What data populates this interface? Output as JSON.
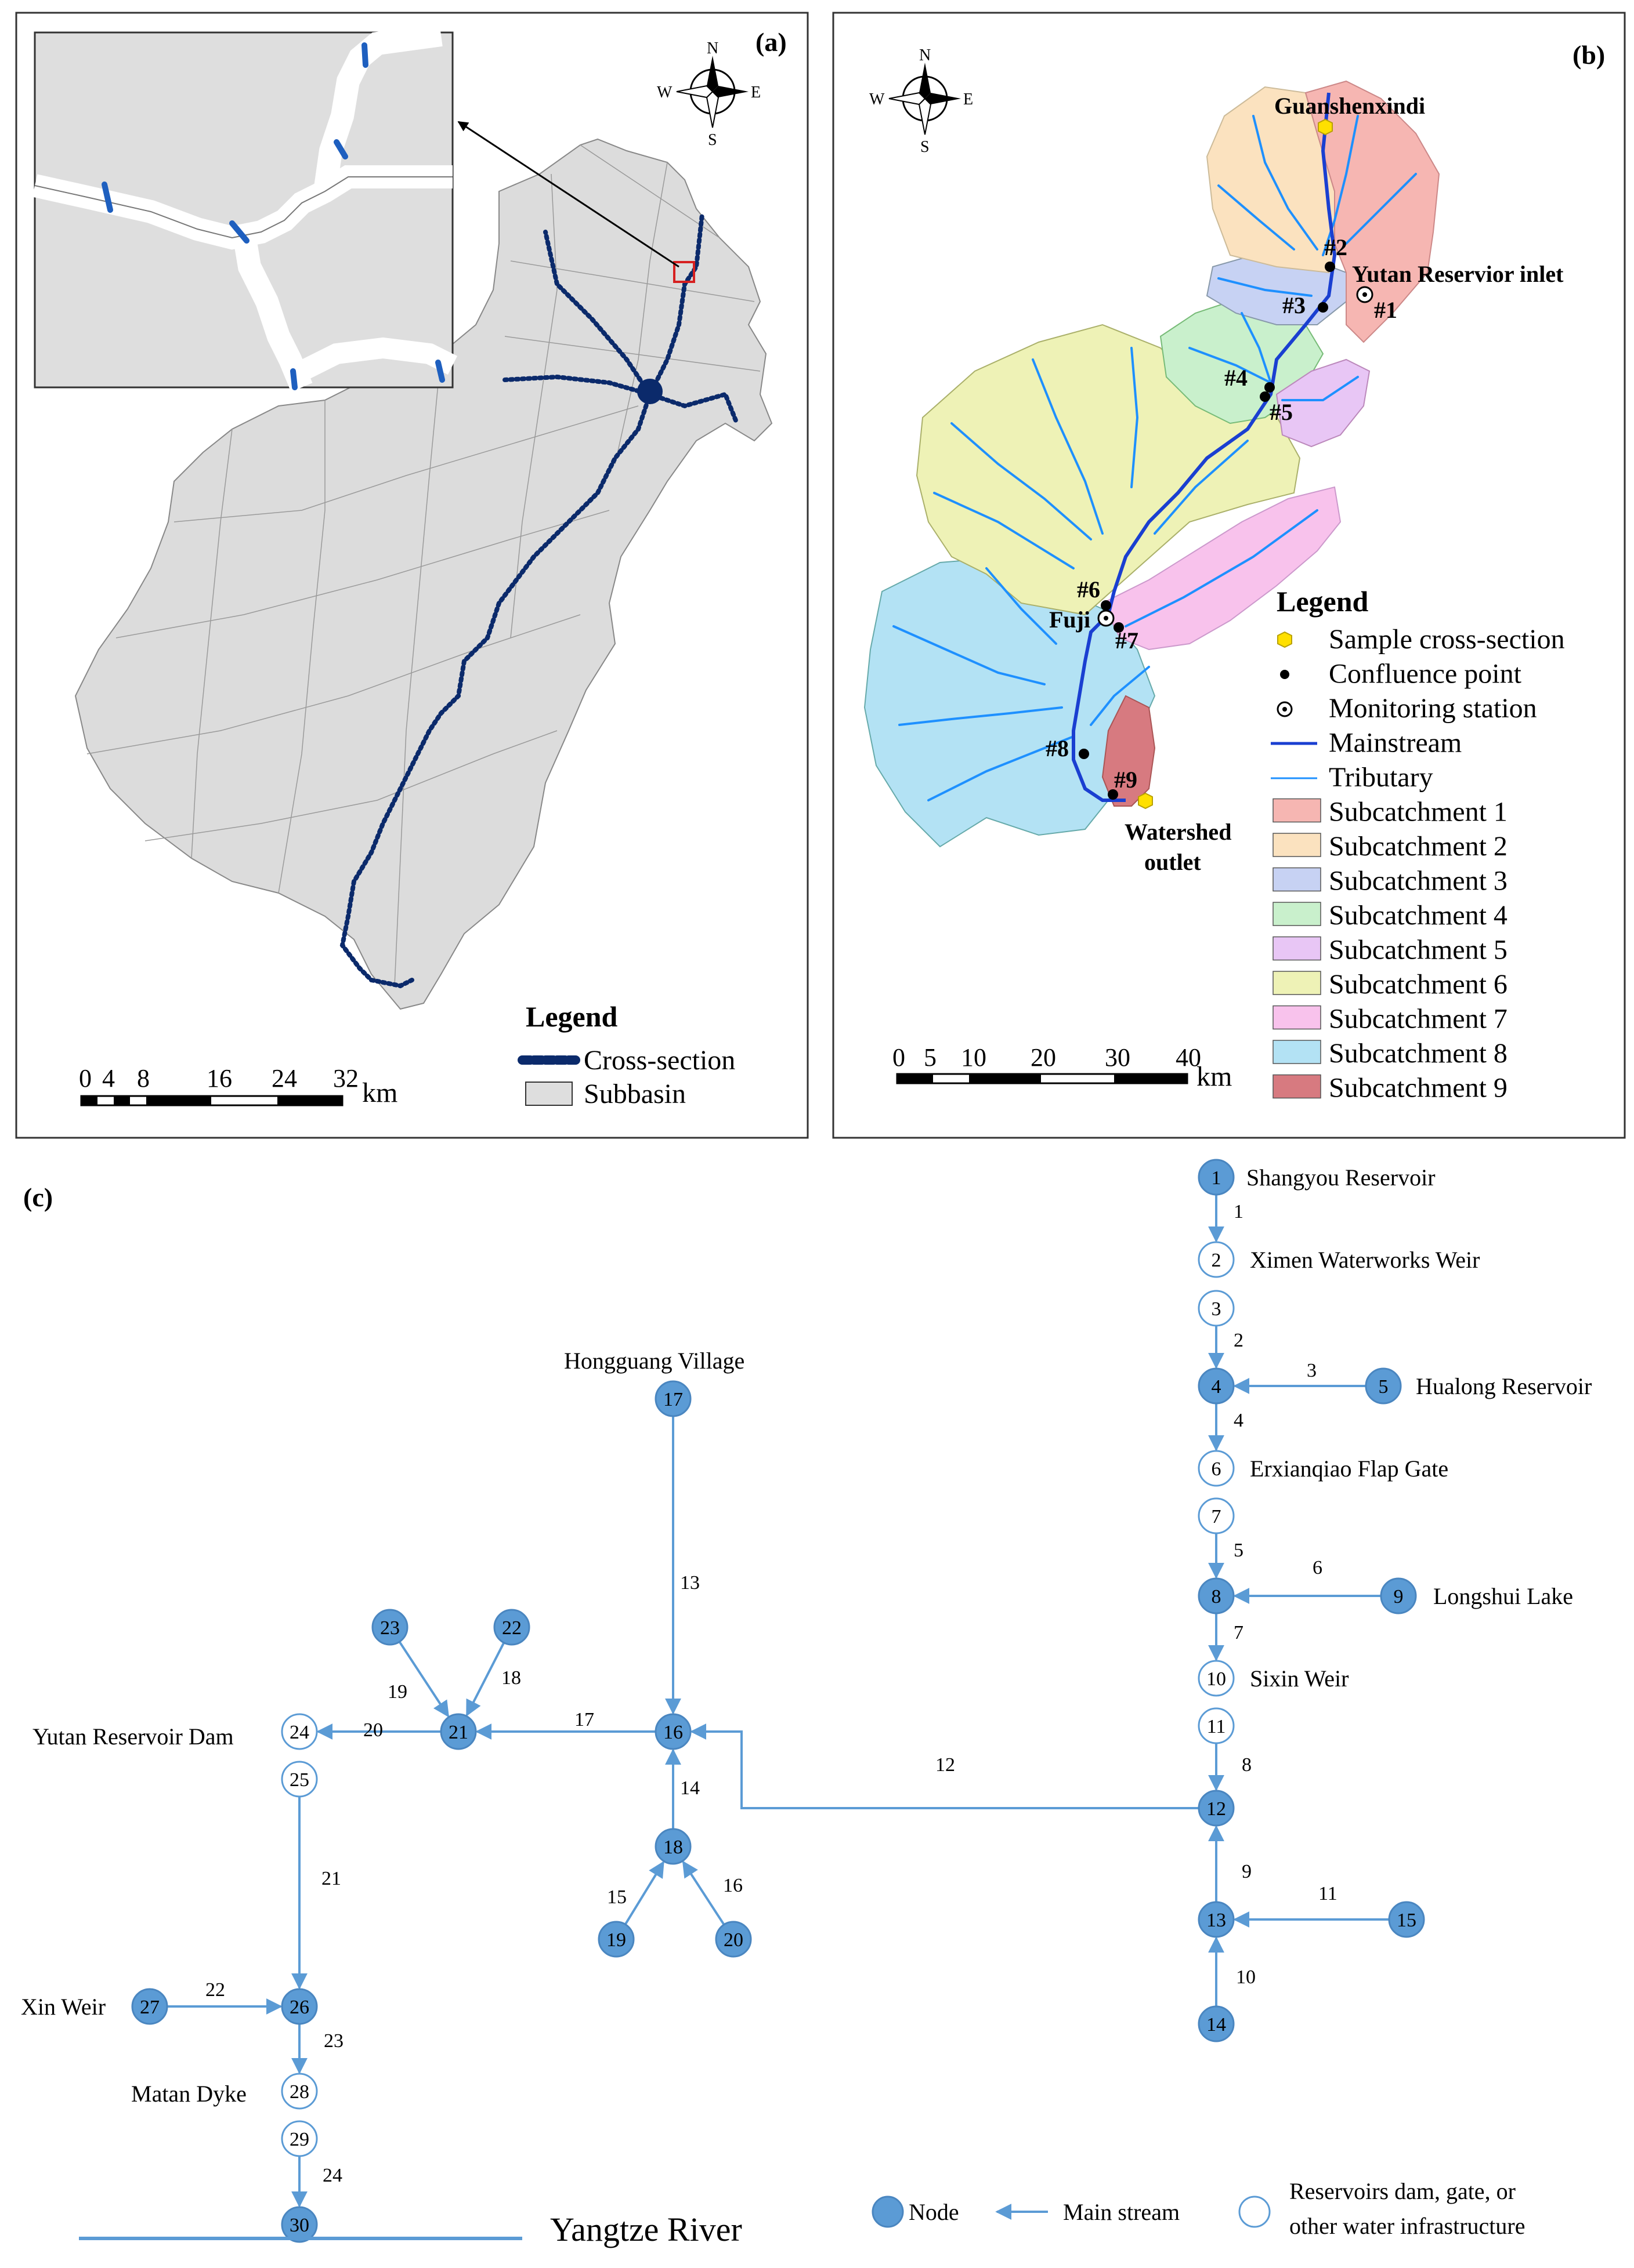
{
  "panel_a": {
    "label": "(a)",
    "legend": {
      "title": "Legend",
      "cross_section": "Cross-section",
      "subbasin": "Subbasin"
    },
    "scale": {
      "ticks": [
        "0",
        "4",
        "8",
        "16",
        "24",
        "32"
      ],
      "unit": "km"
    },
    "compass": {
      "n": "N",
      "s": "S",
      "e": "E",
      "w": "W"
    }
  },
  "panel_b": {
    "label": "(b)",
    "places": {
      "guanshenxindi": "Guanshenxindi",
      "yutan_inlet": "Yutan Reservior inlet",
      "fuji": "Fuji",
      "watershed_outlet_1": "Watershed",
      "watershed_outlet_2": "outlet"
    },
    "points": [
      "#1",
      "#2",
      "#3",
      "#4",
      "#5",
      "#6",
      "#7",
      "#8",
      "#9"
    ],
    "legend": {
      "title": "Legend",
      "items": [
        "Sample cross-section",
        "Confluence point",
        "Monitoring station",
        "Mainstream",
        "Tributary",
        "Subcatchment 1",
        "Subcatchment 2",
        "Subcatchment 3",
        "Subcatchment 4",
        "Subcatchment 5",
        "Subcatchment 6",
        "Subcatchment 7",
        "Subcatchment 8",
        "Subcatchment 9"
      ],
      "subcatchment_colors": [
        "#f6b6b2",
        "#fbe2bf",
        "#c7d2f3",
        "#c9f0cc",
        "#e8c6f5",
        "#eef2b6",
        "#f8c2ec",
        "#b3e2f4",
        "#d77a80"
      ]
    },
    "scale": {
      "ticks": [
        "0",
        "5",
        "10",
        "20",
        "30",
        "40"
      ],
      "unit": "km"
    },
    "compass": {
      "n": "N",
      "s": "S",
      "e": "E",
      "w": "W"
    }
  },
  "panel_c": {
    "label": "(c)",
    "node_color": "#5b9bd5",
    "nodes": [
      "1",
      "2",
      "3",
      "4",
      "5",
      "6",
      "7",
      "8",
      "9",
      "10",
      "11",
      "12",
      "13",
      "14",
      "15",
      "16",
      "17",
      "18",
      "19",
      "20",
      "21",
      "22",
      "23",
      "24",
      "25",
      "26",
      "27",
      "28",
      "29",
      "30"
    ],
    "edges": [
      "1",
      "2",
      "3",
      "4",
      "5",
      "6",
      "7",
      "8",
      "9",
      "10",
      "11",
      "12",
      "13",
      "14",
      "15",
      "16",
      "17",
      "18",
      "19",
      "20",
      "21",
      "22",
      "23",
      "24"
    ],
    "names": {
      "n1": "Shangyou Reservoir",
      "n2": "Ximen Waterworks Weir",
      "n5": "Hualong Reservoir",
      "n6": "Erxianqiao Flap Gate",
      "n9": "Longshui Lake",
      "n10": "Sixin Weir",
      "n17": "Hongguang Village",
      "n24": "Yutan Reservoir Dam",
      "n27": "Xin Weir",
      "n28": "Matan Dyke",
      "n30": "Yangtze River"
    },
    "legend": {
      "node": "Node",
      "main_stream": "Main stream",
      "infra_1": "Reservoirs dam, gate,  or",
      "infra_2": "other water infrastructure"
    }
  }
}
